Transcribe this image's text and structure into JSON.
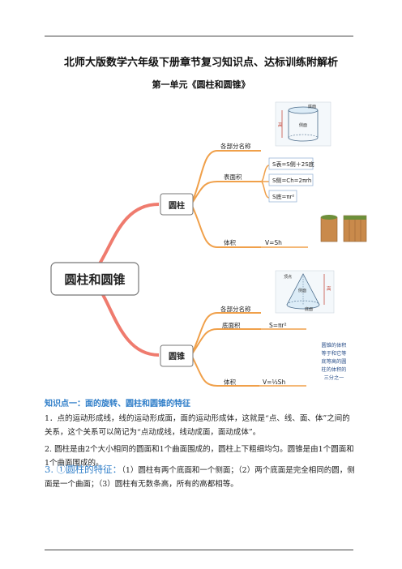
{
  "header": {
    "title": "北师大版数学六年级下册章节复习知识点、达标训练附解析",
    "subtitle": "第一单元《圆柱和圆锥》"
  },
  "mindmap": {
    "root": "圆柱和圆锥",
    "cylinder": {
      "label": "圆柱",
      "parts_label": "各部分名称",
      "surface_label": "表面积",
      "surface_formulas": [
        "S表=S侧＋2S底",
        "S侧=Ch=2πrh",
        "S底=πr²"
      ],
      "volume_label": "体积",
      "volume_formula": "V=Sh",
      "figure_labels": {
        "base": "底面",
        "side": "侧面",
        "height": "高"
      }
    },
    "cone": {
      "label": "圆锥",
      "parts_label": "各部分名称",
      "base_label": "底面积",
      "base_formula": "S=πr²",
      "volume_label": "体积",
      "volume_formula": "V=⅓Sh",
      "note_lines": [
        "圆锥的体积",
        "等于和它等",
        "底等高的圆",
        "柱的体积的",
        "三分之一"
      ],
      "figure_labels": {
        "apex": "顶点",
        "side": "侧面",
        "height": "高",
        "base": "底面"
      }
    }
  },
  "section": {
    "heading": "知识点一：面的旋转、圆柱和圆锥的特征",
    "p1": "1．点的运动形成线，线的运动形成面，面的运动形成体，这就是“点、线、面、体”之间的关系，这个关系可以简记为“点动成线，线动成面，面动成体”。",
    "p2": "2. 圆柱是由2个大小相同的圆面和1个曲面围成的，圆柱上下粗细均匀。圆锥是由1个圆面和1个曲面围成的。",
    "p3_lead": "3. ①圆柱的特征：",
    "p3_body": "（1）圆柱有两个底面和一个侧面；（2）两个底面是完全相同的圆，侧面是一个曲面；（3）圆柱有无数条高，所有的高都相等。"
  }
}
